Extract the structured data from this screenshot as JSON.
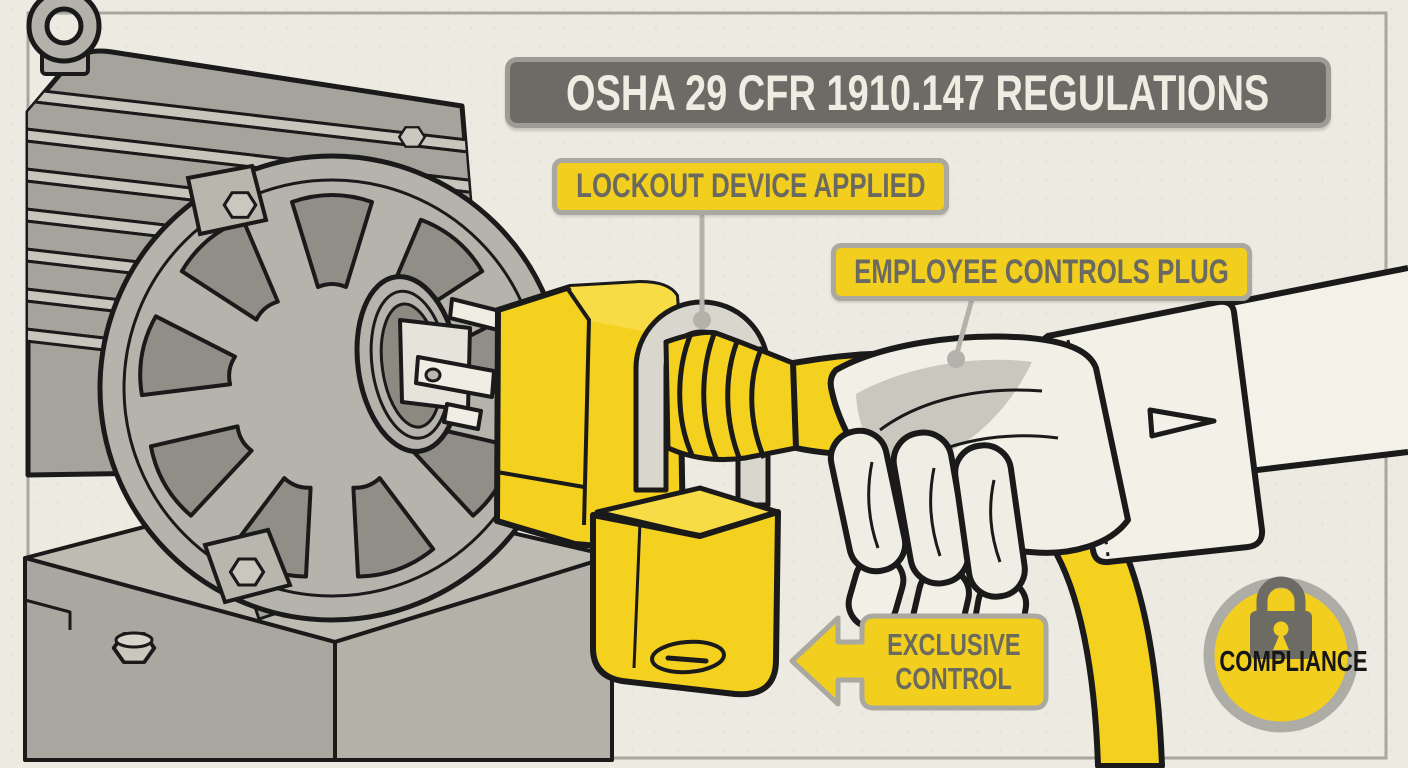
{
  "title": {
    "text": "OSHA 29 CFR 1910.147 REGULATIONS"
  },
  "labels": {
    "lockout": "LOCKOUT DEVICE APPLIED",
    "employee": "EMPLOYEE CONTROLS PLUG",
    "exclusive_line1": "EXCLUSIVE",
    "exclusive_line2": "CONTROL"
  },
  "badge": {
    "text": "COMPLIANCE",
    "icon": "padlock-icon"
  },
  "colors": {
    "background": "#ECEAE1",
    "accent_yellow": "#F2CE1E",
    "banner_gray": "#6C6B66",
    "banner_text": "#EFECE1",
    "label_border_gray": "#A9A8A1",
    "label_text_gray": "#6B6A60",
    "outline_black": "#1A1A1A",
    "metal_gray": "#B5B3AB",
    "badge_text": "#161616"
  }
}
